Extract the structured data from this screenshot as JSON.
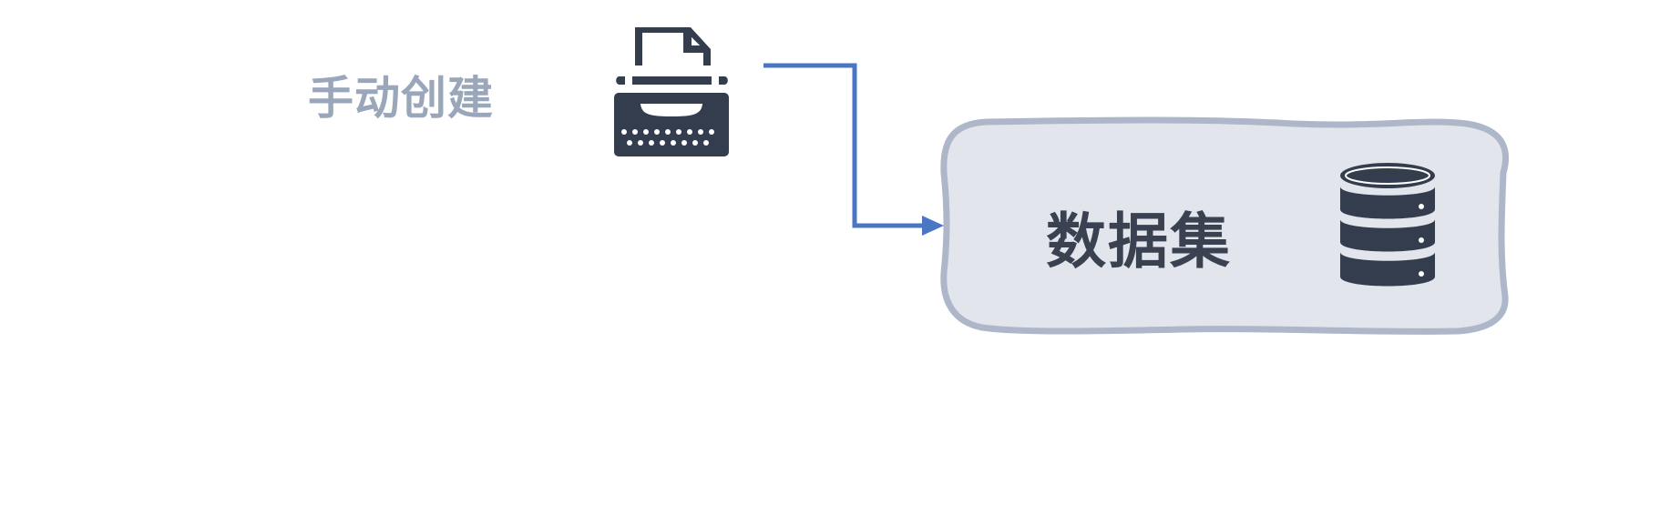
{
  "source_node": {
    "label": "手动创建",
    "icon": "typewriter-icon",
    "label_color": "#9aa6ba"
  },
  "connector": {
    "color": "#4a76c4",
    "direction": "source-to-target"
  },
  "target_node": {
    "label": "数据集",
    "icon": "database-icon",
    "fill_color": "#e2e5ec",
    "border_color": "#adb7c9"
  },
  "colors": {
    "icon_dark": "#343d4e"
  }
}
